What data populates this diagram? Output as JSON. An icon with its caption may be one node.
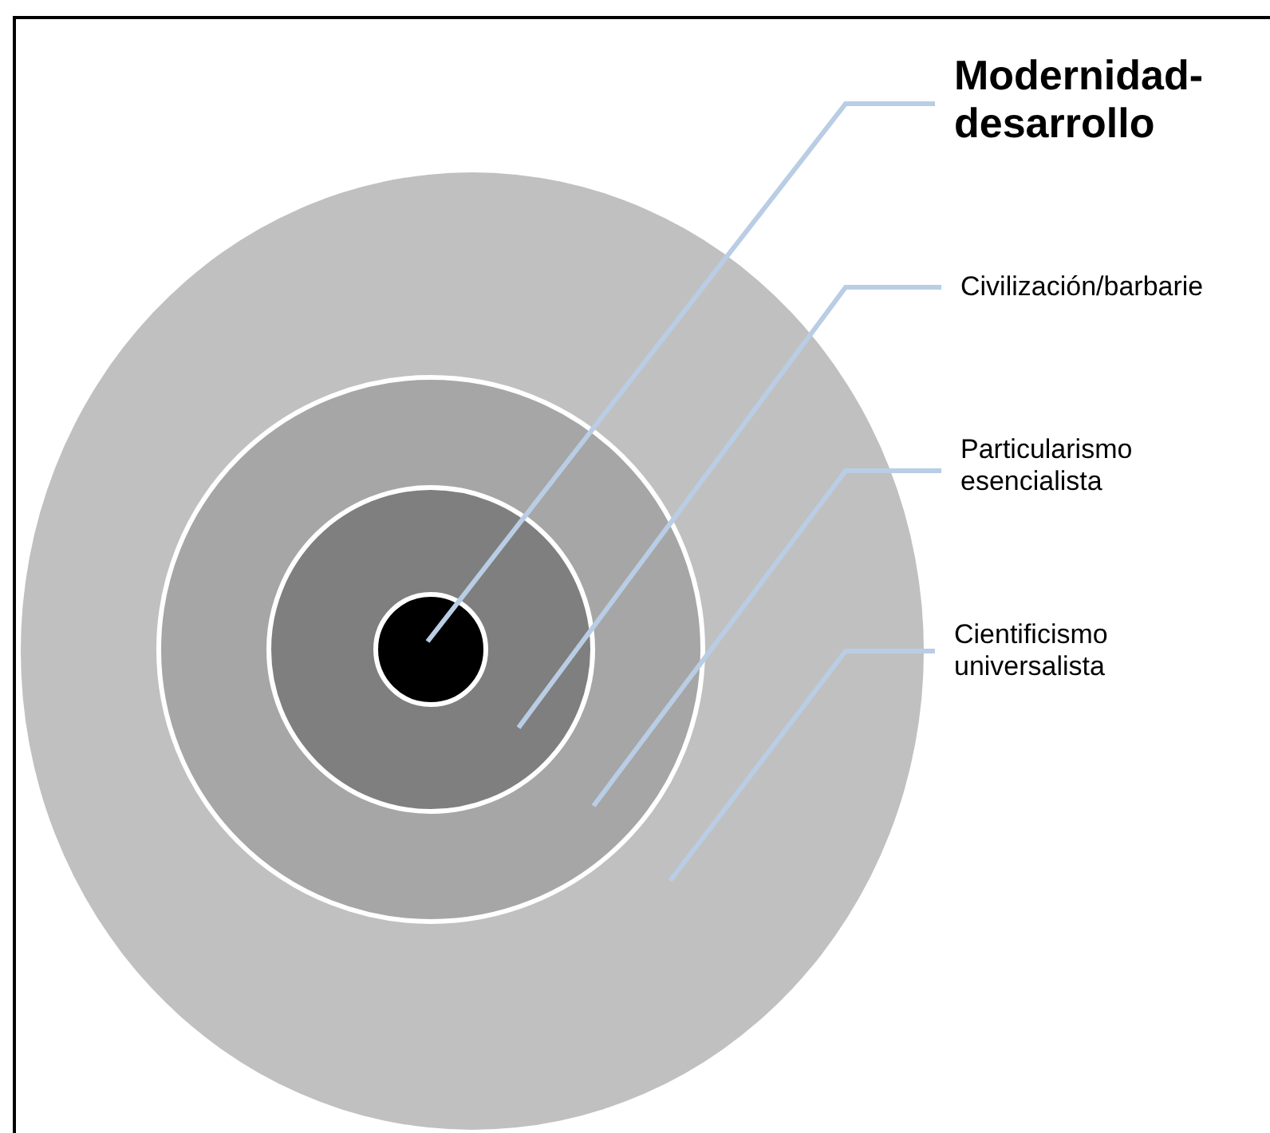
{
  "diagram": {
    "nodes": [
      {
        "text": [],
        "shape": "circle"
      },
      {
        "text": [],
        "shape": "circle",
        "in": 0
      },
      {
        "text": [],
        "shape": "circle",
        "in": 1
      },
      {
        "text": [],
        "shape": "circle",
        "in": 2
      },
      {
        "text": [
          "Modernidad-desarrollo"
        ]
      },
      {
        "text": [
          "Civilización/barbarie"
        ]
      },
      {
        "text": [
          "Particularismo esencialista"
        ]
      },
      {
        "text": [
          "Cientificismo universalista"
        ]
      }
    ],
    "edges": [
      {
        "from": 4,
        "to": 3,
        "arrow": "none"
      },
      {
        "from": 5,
        "to": 2,
        "arrow": "none"
      },
      {
        "from": 6,
        "to": 1,
        "arrow": "none"
      },
      {
        "from": 7,
        "to": 0,
        "arrow": "none"
      }
    ]
  }
}
